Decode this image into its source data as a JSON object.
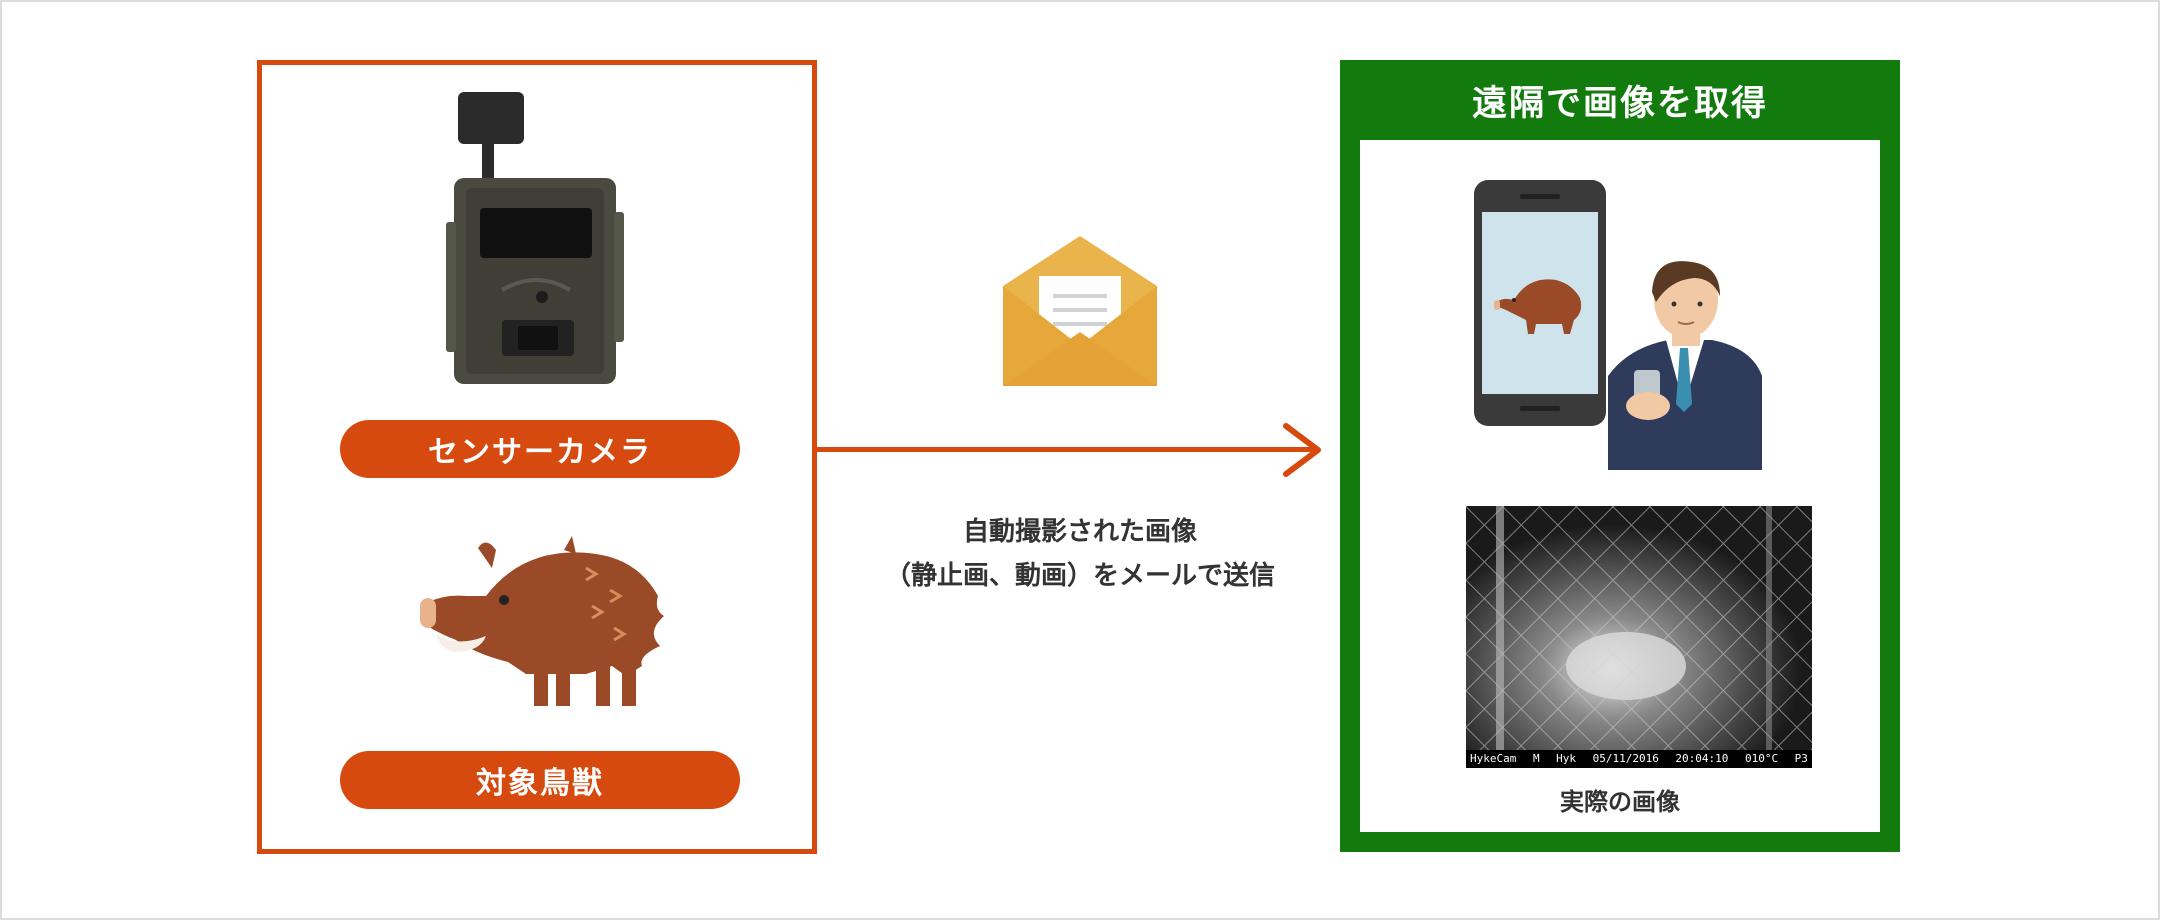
{
  "left": {
    "camera_label": "センサーカメラ",
    "animal_label": "対象鳥獣"
  },
  "middle": {
    "caption_line1": "自動撮影された画像",
    "caption_line2": "（静止画、動画）をメールで送信"
  },
  "right": {
    "title": "遠隔で画像を取得",
    "photo_caption": "実際の画像",
    "photo_status": {
      "brand": "HykeCam",
      "mode": "M",
      "id": "Hyk",
      "date": "05/11/2016",
      "time": "20:04:10",
      "temp": "010°C",
      "tag": "P3"
    }
  },
  "colors": {
    "accent_orange": "#d64a10",
    "accent_green": "#137a0e",
    "boar_brown": "#9a4a26",
    "envelope_yellow": "#e9b44c"
  },
  "icons": [
    "trail-camera-icon",
    "wild-boar-icon",
    "envelope-icon",
    "smartphone-icon",
    "businessman-icon",
    "arrow-right-icon"
  ]
}
